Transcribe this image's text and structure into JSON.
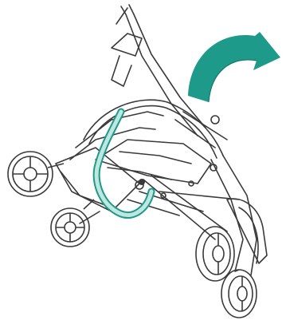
{
  "figure": {
    "subject": "stroller-fold-illustration",
    "icons": [
      "rotate-arrow-icon",
      "stroller-frame",
      "front-wheel-left",
      "front-wheel-lower",
      "rear-wheel-right",
      "rear-wheel-lower",
      "fold-strap"
    ]
  },
  "colors": {
    "line": "#3a3a3a",
    "accent": "#1e9a8a",
    "accent_light": "#bfe6df",
    "background": "#ffffff"
  }
}
